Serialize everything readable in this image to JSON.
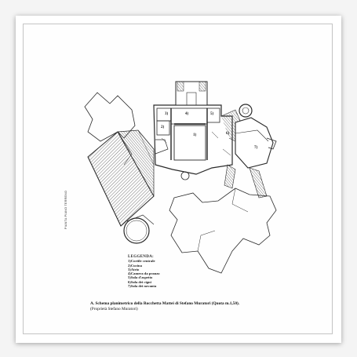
{
  "legend": {
    "title": "LEGGENDA:",
    "items": [
      "1)Cortile centrale",
      "2)Cucina",
      "3)Atrio",
      "4)Camera da pranzo",
      "5)Sala d'aspetto",
      "6)Sala dei cigni",
      "7)Sala dei novanta"
    ]
  },
  "room_labels": [
    "1)",
    "2)",
    "3)",
    "4)",
    "5)",
    "6)",
    "7)"
  ],
  "caption": {
    "main": "A. Schema planimetrico della Rocchetta Mattei di Stefano Muratori (Quota m.1,50).",
    "sub": "(Proprietà Stefano Muratori)"
  },
  "side_label": "PIANTA PIANO TERRENO",
  "colors": {
    "line": "#2a2a2a",
    "hatch": "#555555",
    "paper": "#ffffff"
  }
}
